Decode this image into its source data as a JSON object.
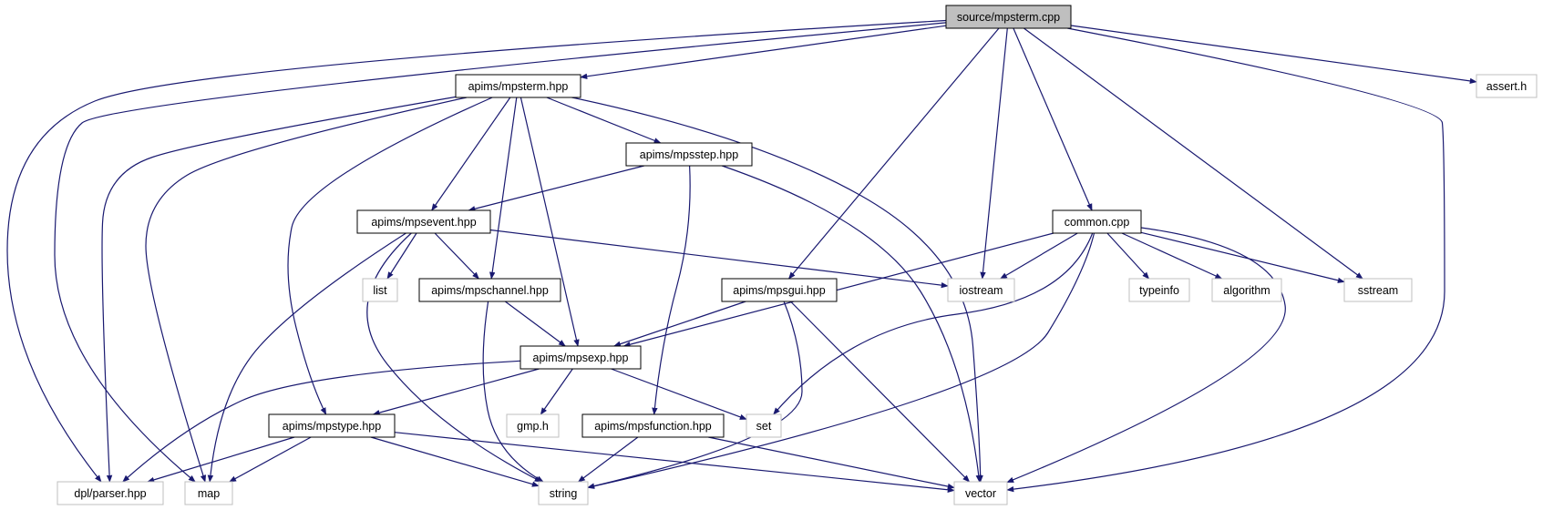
{
  "colors": {
    "edge": "#191970",
    "root_fill": "#bfbfbf",
    "project_border": "#000000",
    "external_border": "#bfbfbf",
    "fill": "#ffffff"
  },
  "nodes": [
    {
      "id": "mpsterm_cpp",
      "label": "source/mpsterm.cpp",
      "kind": "root"
    },
    {
      "id": "mpsterm_hpp",
      "label": "apims/mpsterm.hpp",
      "kind": "project"
    },
    {
      "id": "assert_h",
      "label": "assert.h",
      "kind": "external"
    },
    {
      "id": "mpsstep_hpp",
      "label": "apims/mpsstep.hpp",
      "kind": "project"
    },
    {
      "id": "mpsevent_hpp",
      "label": "apims/mpsevent.hpp",
      "kind": "project"
    },
    {
      "id": "common_cpp",
      "label": "common.cpp",
      "kind": "project"
    },
    {
      "id": "list",
      "label": "list",
      "kind": "external"
    },
    {
      "id": "mpschannel_hpp",
      "label": "apims/mpschannel.hpp",
      "kind": "project"
    },
    {
      "id": "mpsgui_hpp",
      "label": "apims/mpsgui.hpp",
      "kind": "project"
    },
    {
      "id": "iostream",
      "label": "iostream",
      "kind": "external"
    },
    {
      "id": "typeinfo",
      "label": "typeinfo",
      "kind": "external"
    },
    {
      "id": "algorithm",
      "label": "algorithm",
      "kind": "external"
    },
    {
      "id": "sstream",
      "label": "sstream",
      "kind": "external"
    },
    {
      "id": "mpsexp_hpp",
      "label": "apims/mpsexp.hpp",
      "kind": "project"
    },
    {
      "id": "mpstype_hpp",
      "label": "apims/mpstype.hpp",
      "kind": "project"
    },
    {
      "id": "gmp_h",
      "label": "gmp.h",
      "kind": "external"
    },
    {
      "id": "mpsfunction_hpp",
      "label": "apims/mpsfunction.hpp",
      "kind": "project"
    },
    {
      "id": "set",
      "label": "set",
      "kind": "external"
    },
    {
      "id": "dpl_parser_hpp",
      "label": "dpl/parser.hpp",
      "kind": "external"
    },
    {
      "id": "map",
      "label": "map",
      "kind": "external"
    },
    {
      "id": "string",
      "label": "string",
      "kind": "external"
    },
    {
      "id": "vector",
      "label": "vector",
      "kind": "external"
    }
  ],
  "edges": [
    [
      "mpsterm_cpp",
      "mpsterm_hpp"
    ],
    [
      "mpsterm_cpp",
      "assert_h"
    ],
    [
      "mpsterm_cpp",
      "dpl_parser_hpp"
    ],
    [
      "mpsterm_cpp",
      "map"
    ],
    [
      "mpsterm_cpp",
      "mpsgui_hpp"
    ],
    [
      "mpsterm_cpp",
      "iostream"
    ],
    [
      "mpsterm_cpp",
      "common_cpp"
    ],
    [
      "mpsterm_cpp",
      "sstream"
    ],
    [
      "mpsterm_cpp",
      "vector"
    ],
    [
      "mpsterm_hpp",
      "mpsstep_hpp"
    ],
    [
      "mpsterm_hpp",
      "mpsevent_hpp"
    ],
    [
      "mpsterm_hpp",
      "mpschannel_hpp"
    ],
    [
      "mpsterm_hpp",
      "mpsexp_hpp"
    ],
    [
      "mpsterm_hpp",
      "mpstype_hpp"
    ],
    [
      "mpsterm_hpp",
      "dpl_parser_hpp"
    ],
    [
      "mpsterm_hpp",
      "map"
    ],
    [
      "mpsterm_hpp",
      "vector"
    ],
    [
      "mpsstep_hpp",
      "mpsevent_hpp"
    ],
    [
      "mpsstep_hpp",
      "mpsfunction_hpp"
    ],
    [
      "mpsstep_hpp",
      "vector"
    ],
    [
      "mpsevent_hpp",
      "list"
    ],
    [
      "mpsevent_hpp",
      "mpschannel_hpp"
    ],
    [
      "mpsevent_hpp",
      "iostream"
    ],
    [
      "mpsevent_hpp",
      "map"
    ],
    [
      "mpsevent_hpp",
      "string"
    ],
    [
      "mpschannel_hpp",
      "mpsexp_hpp"
    ],
    [
      "mpschannel_hpp",
      "string"
    ],
    [
      "mpsgui_hpp",
      "mpsexp_hpp"
    ],
    [
      "mpsgui_hpp",
      "string"
    ],
    [
      "mpsgui_hpp",
      "vector"
    ],
    [
      "common_cpp",
      "mpsexp_hpp"
    ],
    [
      "common_cpp",
      "iostream"
    ],
    [
      "common_cpp",
      "typeinfo"
    ],
    [
      "common_cpp",
      "algorithm"
    ],
    [
      "common_cpp",
      "sstream"
    ],
    [
      "common_cpp",
      "set"
    ],
    [
      "common_cpp",
      "string"
    ],
    [
      "common_cpp",
      "vector"
    ],
    [
      "mpsexp_hpp",
      "mpstype_hpp"
    ],
    [
      "mpsexp_hpp",
      "gmp_h"
    ],
    [
      "mpsexp_hpp",
      "set"
    ],
    [
      "mpsexp_hpp",
      "dpl_parser_hpp"
    ],
    [
      "mpstype_hpp",
      "dpl_parser_hpp"
    ],
    [
      "mpstype_hpp",
      "map"
    ],
    [
      "mpstype_hpp",
      "string"
    ],
    [
      "mpstype_hpp",
      "vector"
    ],
    [
      "mpsfunction_hpp",
      "string"
    ],
    [
      "mpsfunction_hpp",
      "vector"
    ]
  ]
}
